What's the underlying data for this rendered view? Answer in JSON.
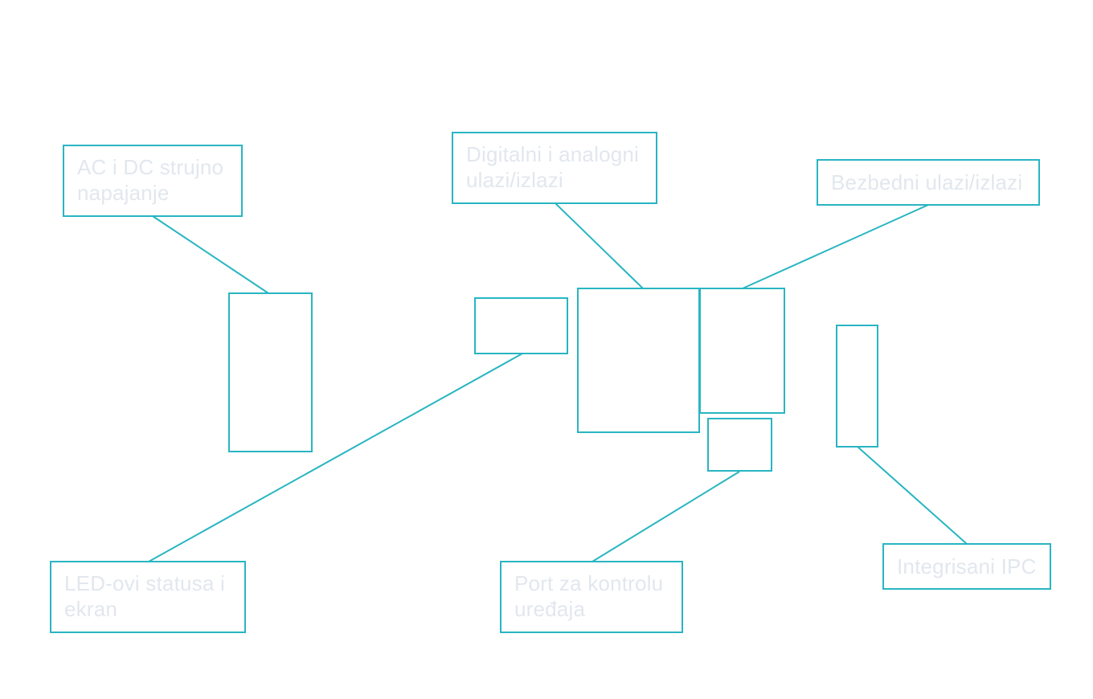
{
  "colors": {
    "accent": "#29b5c2",
    "label_text": "#e2e7ee",
    "background": "#ffffff"
  },
  "callouts": {
    "ac_dc_power": "AC i DC strujno napajanje",
    "digital_analog_io": "Digitalni i analogni ulazi/izlazi",
    "safe_io": "Bezbedni ulazi/izlazi",
    "status_leds_display": "LED-ovi statusa i ekran",
    "device_control_port": "Port za kontrolu uređaja",
    "integrated_ipc": "Integrisani IPC"
  }
}
